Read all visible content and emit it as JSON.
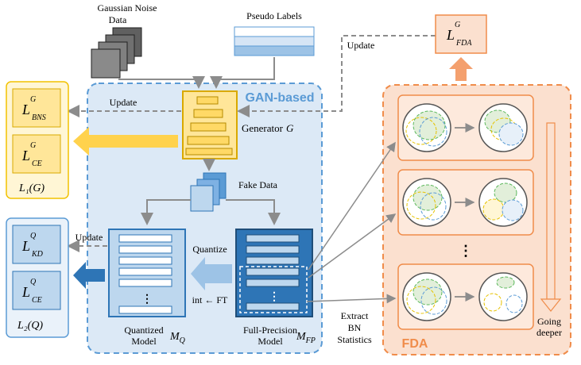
{
  "inputs": {
    "gaussian_noise": [
      "Gaussian Noise",
      "Data"
    ],
    "pseudo_labels": "Pseudo Labels"
  },
  "gan": {
    "title": "GAN-based",
    "update_left": "Update",
    "update_right": "Update",
    "generator_label": "Generator",
    "generator_symbol": "G",
    "fake_data": "Fake Data",
    "quantize": "Quantize",
    "int_ft": "int ← FT",
    "quantized_model": [
      "Quantized",
      "Model"
    ],
    "mq_main": "M",
    "mq_sub": "Q",
    "fp_model": [
      "Full-Precision",
      "Model"
    ],
    "mfp_main": "M",
    "mfp_sub": "FP",
    "update_q": "Update"
  },
  "losses": {
    "l_bns": {
      "main": "L",
      "sup": "G",
      "sub": "BNS"
    },
    "l_ce_g": {
      "main": "L",
      "sup": "G",
      "sub": "CE"
    },
    "l1": "L₁(G)",
    "l_kd": {
      "main": "L",
      "sup": "Q",
      "sub": "KD"
    },
    "l_ce_q": {
      "main": "L",
      "sup": "Q",
      "sub": "CE"
    },
    "l2": "L₂(Q)",
    "l_fda": {
      "main": "L",
      "sup": "G",
      "sub": "FDA"
    }
  },
  "fda": {
    "title": "FDA",
    "going_deeper": [
      "Going",
      "deeper"
    ],
    "extract": [
      "Extract",
      "BN",
      "Statistics"
    ]
  },
  "colors": {
    "blue_bg": "#dce9f6",
    "blue_border": "#5b9bd5",
    "yellow_bg": "#ffe699",
    "yellow_border": "#f2c200",
    "orange_bg": "#fbe0cf",
    "orange_border": "#f08c4a"
  }
}
